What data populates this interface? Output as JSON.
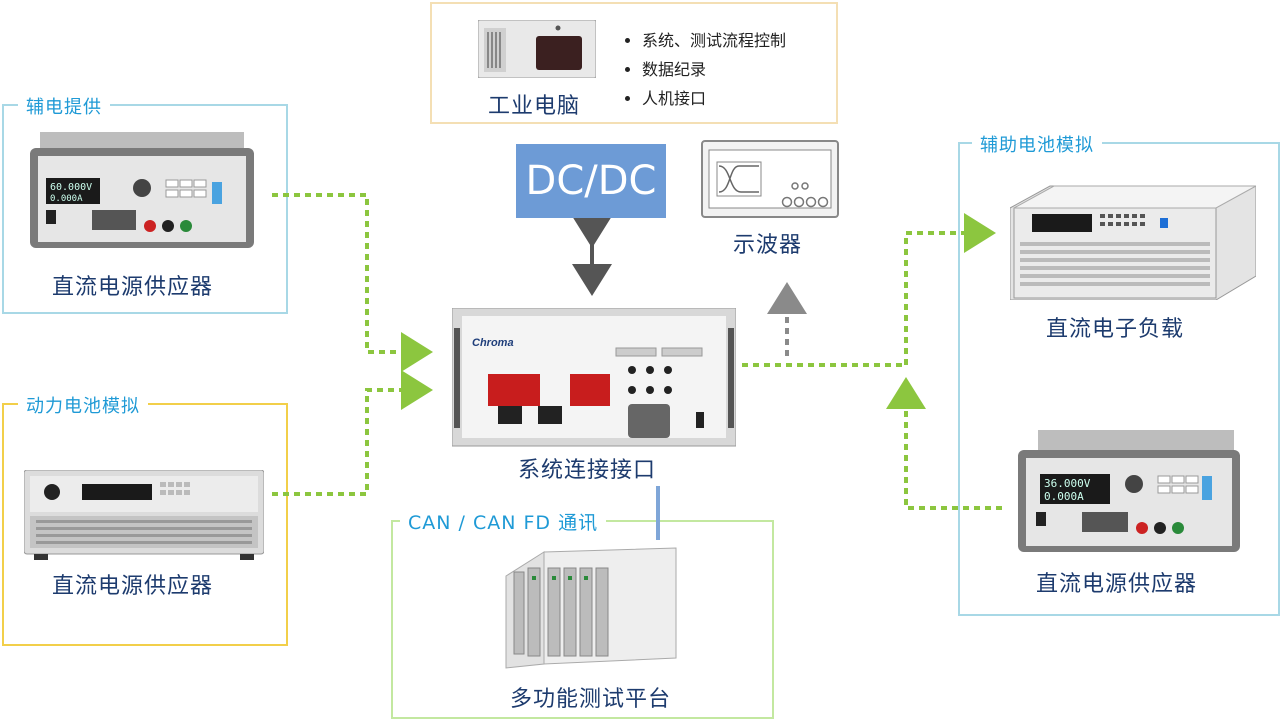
{
  "ipc": {
    "title": "工业电脑",
    "bullets": [
      "系统、测试流程控制",
      "数据纪录",
      "人机接口"
    ]
  },
  "dcdc": {
    "label": "DC/DC"
  },
  "oscilloscope": {
    "label": "示波器"
  },
  "aux_supply": {
    "frame_title": "辅电提供",
    "device_label": "直流电源供应器"
  },
  "power_battery": {
    "frame_title": "动力电池模拟",
    "device_label": "直流电源供应器"
  },
  "interface": {
    "label": "系统连接接口",
    "brand": "Chroma"
  },
  "can": {
    "frame_title": "CAN / CAN FD 通讯",
    "device_label": "多功能测试平台"
  },
  "aux_battery": {
    "frame_title": "辅助电池模拟",
    "load_label": "直流电子负载",
    "supply_label": "直流电源供应器"
  },
  "displays": {
    "aux_supply_v": "60.000V",
    "aux_supply_a": "0.000A",
    "right_supply_v": "36.000V",
    "right_supply_a": "0.000A"
  },
  "colors": {
    "frame_blue": "#a8d8e6",
    "frame_yellow": "#f2cf4a",
    "frame_green": "#c3e8a0",
    "frame_ipc": "#f4dfb4",
    "title_blue": "#1f9ad6",
    "arrow_green": "#8cc63f",
    "dcdc_bg": "#6d9bd6"
  }
}
